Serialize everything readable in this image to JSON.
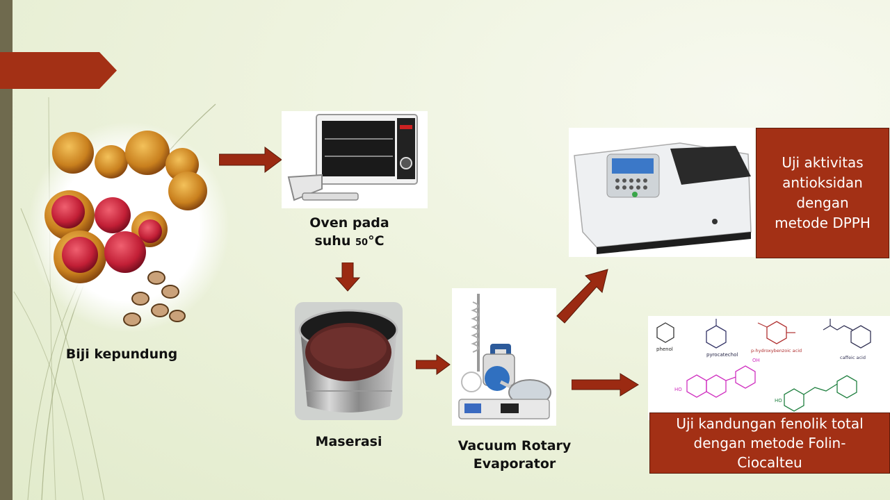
{
  "nodes": {
    "seeds": "Biji kepundung",
    "oven_line1": "Oven pada",
    "oven_line2_pre": "suhu ",
    "oven_temp": "50",
    "oven_unit": "°C",
    "maceration": "Maserasi",
    "evaporator_line1": "Vacuum Rotary",
    "evaporator_line2": "Evaporator"
  },
  "boxes": {
    "antioxidant": [
      "Uji aktivitas",
      "antioksidan",
      "dengan",
      "metode DPPH"
    ],
    "phenolic": [
      "Uji kandungan fenolik total",
      "dengan metode Folin-",
      "Ciocalteu"
    ]
  },
  "chem_labels": {
    "phenol": "phenol",
    "pyrocatechol": "pyrocatechol",
    "hydroxybenzoic": "p-hydroxybenzoic acid",
    "caffeic": "caffeic acid",
    "oh": "OH",
    "ho": "HO"
  },
  "colors": {
    "accent": "#a33015",
    "arrow": "#9b2a12",
    "sidebar": "#6f6a4e"
  }
}
